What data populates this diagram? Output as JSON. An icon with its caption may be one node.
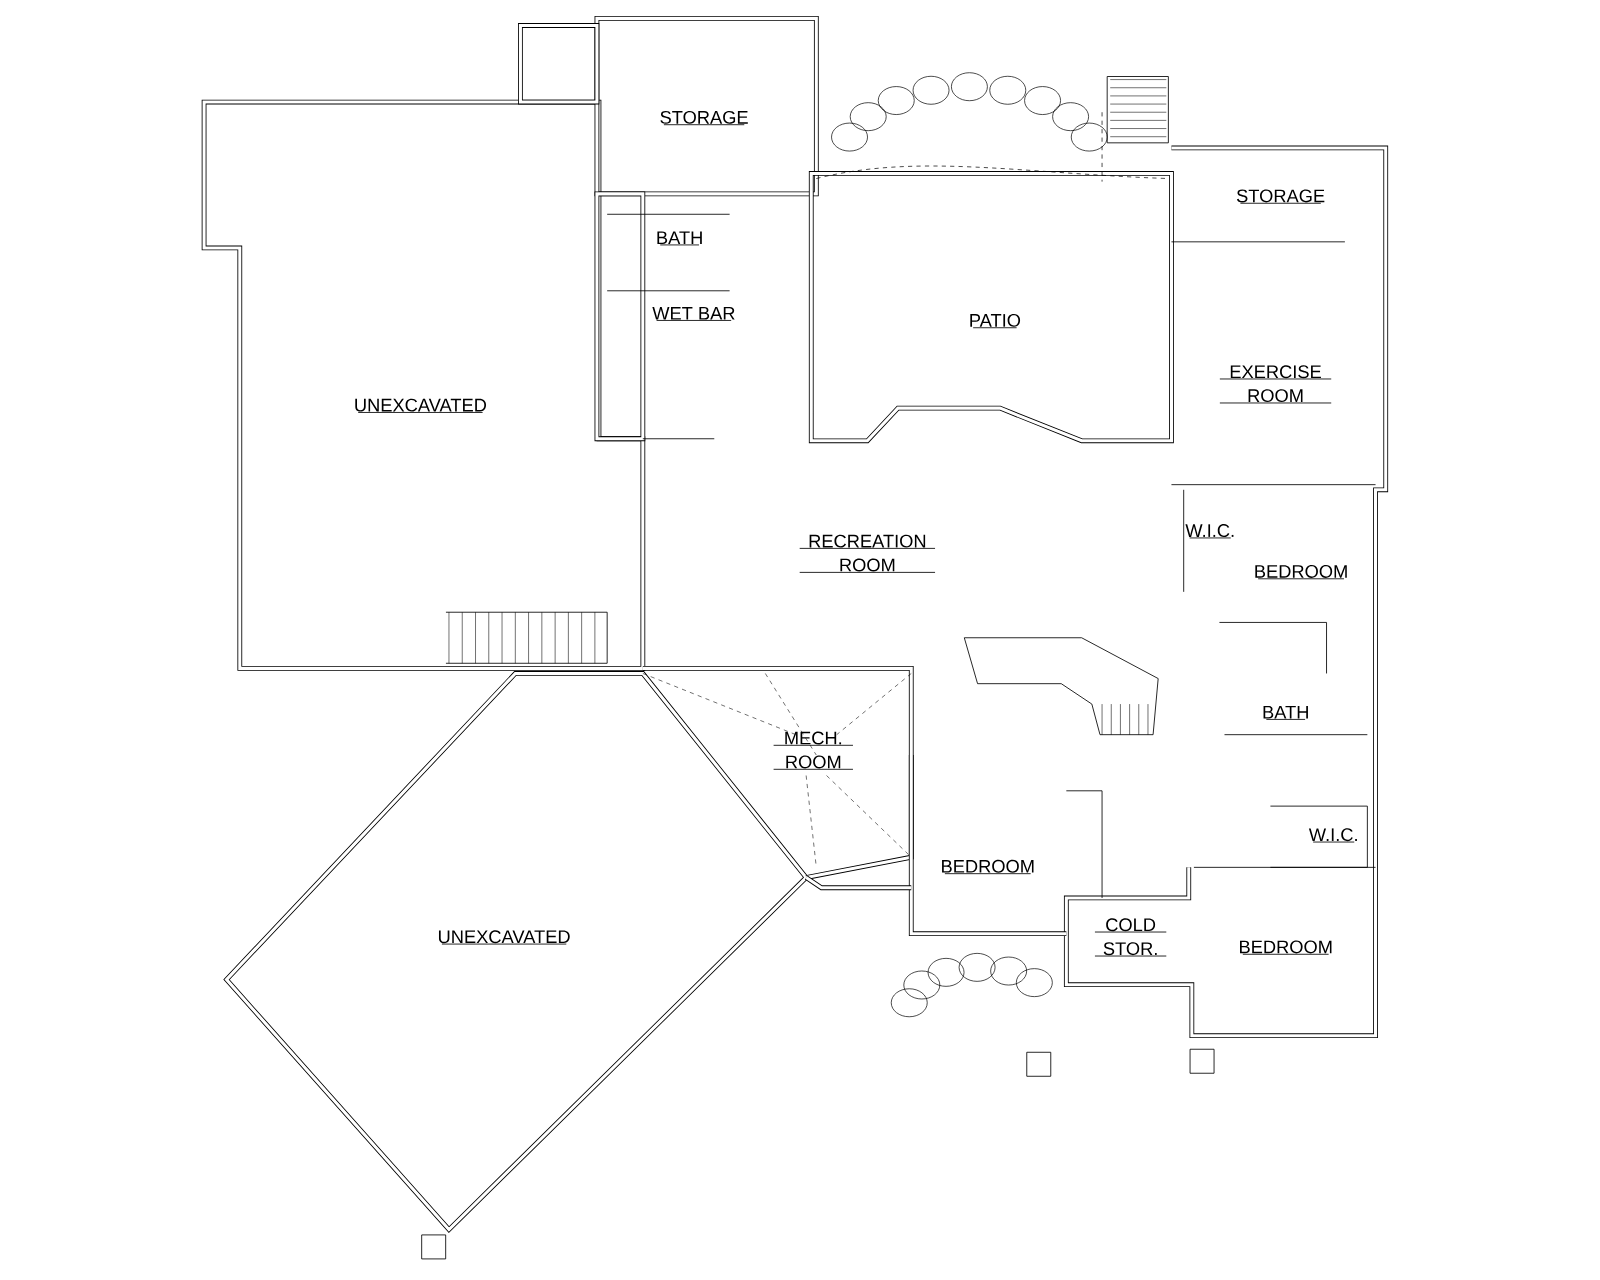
{
  "diagram": {
    "labels": [
      "STORAGE",
      "BATH",
      "STORAGE",
      "WET BAR",
      "PATIO",
      "EXERCISE ROOM",
      "UNEXCAVATED",
      "W.I.C.",
      "RECREATION ROOM",
      "BEDROOM",
      "BATH",
      "MECH. ROOM",
      "W.I.C.",
      "BEDROOM",
      "UNEXCAVATED",
      "COLD STOR.",
      "BEDROOM"
    ]
  }
}
